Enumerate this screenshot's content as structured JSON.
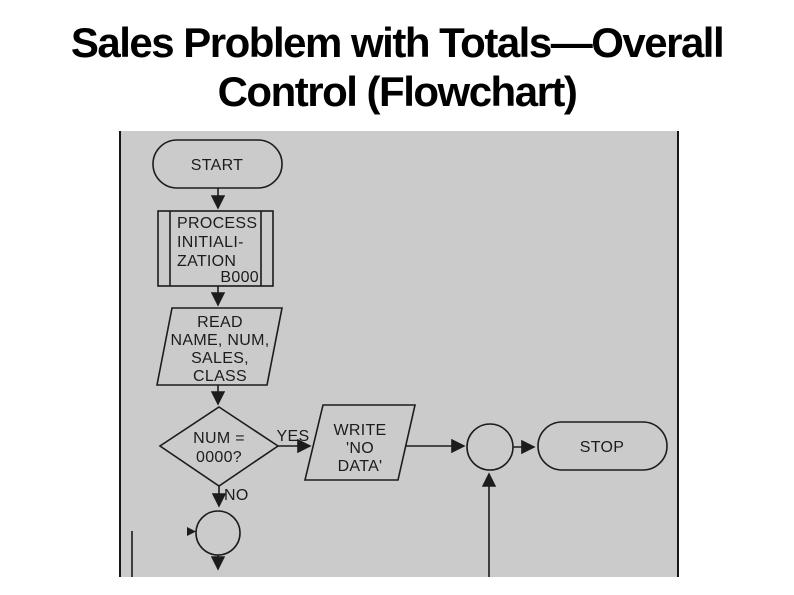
{
  "title": {
    "line1": "Sales Problem with Totals—Overall",
    "line2": "Control (Flowchart)"
  },
  "flowchart": {
    "nodes": {
      "start": {
        "type": "terminal",
        "label": "START"
      },
      "process_init": {
        "type": "predefined-process",
        "lines": [
          "PROCESS",
          "INITIALI-",
          "ZATION"
        ],
        "ref": "B000"
      },
      "read": {
        "type": "input",
        "lines": [
          "READ",
          "NAME, NUM,",
          "SALES,",
          "CLASS"
        ]
      },
      "decision": {
        "type": "decision",
        "lines": [
          "NUM =",
          "0000?"
        ]
      },
      "write": {
        "type": "output",
        "lines": [
          "WRITE",
          "'NO",
          "DATA'"
        ]
      },
      "stop": {
        "type": "terminal",
        "label": "STOP"
      }
    },
    "edge_labels": {
      "yes": "YES",
      "no": "NO"
    },
    "colors": {
      "page_background": "#ffffff",
      "figure_background": "#cbcbcb",
      "figure_border": "#161616",
      "line": "#1c1c1c",
      "title_text": "#000000"
    }
  }
}
